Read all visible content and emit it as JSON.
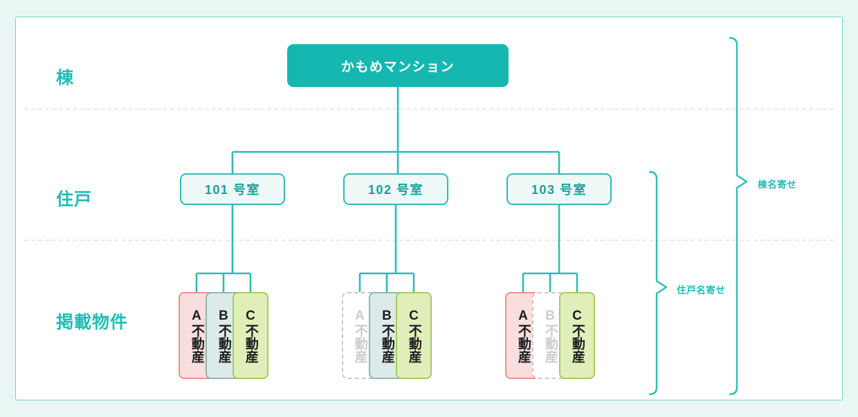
{
  "diagram": {
    "title_colors": {
      "accent": "#1fbdb6",
      "building_node_bg": "#15b8b0",
      "unit_node_bg": "#edf8f7",
      "unit_node_border": "#2cbcb6",
      "pink_bg": "#f9dede",
      "pink_border": "#ef8f8f",
      "blue_bg": "#dcebe9",
      "blue_border": "#8fb5b3",
      "green_bg": "#e0efba",
      "green_border": "#a4cc62",
      "ghost_border": "#c9c9c9",
      "page_bg": "#eaf6f4",
      "card_border": "#6fd3ce",
      "separator": "#e9e9e9"
    },
    "row_labels": [
      {
        "label": "棟"
      },
      {
        "label": "住戸"
      },
      {
        "label": "掲載物件"
      }
    ],
    "building": {
      "label": "かもめマンション"
    },
    "units": [
      {
        "label": "101 号室"
      },
      {
        "label": "102 号室"
      },
      {
        "label": "103 号室"
      }
    ],
    "listings": [
      {
        "unit": "101 号室",
        "items": [
          {
            "letter": "A",
            "suffix": "不動産",
            "color": "pink",
            "active": true
          },
          {
            "letter": "B",
            "suffix": "不動産",
            "color": "blue",
            "active": true
          },
          {
            "letter": "C",
            "suffix": "不動産",
            "color": "green",
            "active": true
          }
        ]
      },
      {
        "unit": "102 号室",
        "items": [
          {
            "letter": "A",
            "suffix": "不動産",
            "color": "ghost",
            "active": false
          },
          {
            "letter": "B",
            "suffix": "不動産",
            "color": "blue",
            "active": true
          },
          {
            "letter": "C",
            "suffix": "不動産",
            "color": "green",
            "active": true
          }
        ]
      },
      {
        "unit": "103 号室",
        "items": [
          {
            "letter": "A",
            "suffix": "不動産",
            "color": "pink",
            "active": true
          },
          {
            "letter": "B",
            "suffix": "不動産",
            "color": "ghost",
            "active": false
          },
          {
            "letter": "C",
            "suffix": "不動産",
            "color": "green",
            "active": true
          }
        ]
      }
    ],
    "brackets": [
      {
        "label": "住戸名寄せ",
        "scope": "unit"
      },
      {
        "label": "棟名寄せ",
        "scope": "building"
      }
    ]
  }
}
